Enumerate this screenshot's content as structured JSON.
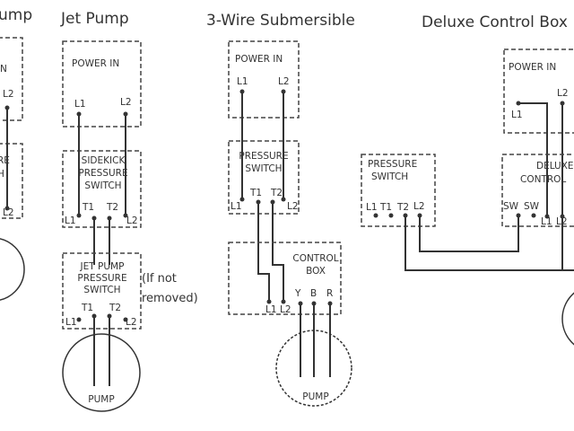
{
  "titles": {
    "left": "ump",
    "jet": "Jet Pump",
    "three": "3-Wire Submersible",
    "deluxe": "Deluxe Control Box"
  },
  "left": {
    "power_partial": "N",
    "l2": "L2",
    "switch_partial1": "RE",
    "switch_partial2": "H",
    "l2b": "L2"
  },
  "jet": {
    "power": "POWER IN",
    "l1": "L1",
    "l2": "L2",
    "sidekick": [
      "SIDEKICK",
      "PRESSURE",
      "SWITCH"
    ],
    "sk_l1": "L1",
    "sk_t1": "T1",
    "sk_t2": "T2",
    "sk_l2": "L2",
    "jps": [
      "JET PUMP",
      "PRESSURE",
      "SWITCH"
    ],
    "jp_l1": "L1",
    "jp_t1": "T1",
    "jp_t2": "T2",
    "jp_l2": "L2",
    "note1": "(If not",
    "note2": "removed)",
    "pump": "PUMP"
  },
  "three": {
    "power": "POWER IN",
    "l1": "L1",
    "l2": "L2",
    "ps1": "PRESSURE",
    "ps2": "SWITCH",
    "ps_l1": "L1",
    "ps_t1": "T1",
    "ps_t2": "T2",
    "ps_l2": "L2",
    "cb1": "CONTROL",
    "cb2": "BOX",
    "cb_l1": "L1",
    "cb_l2": "L2",
    "y": "Y",
    "b": "B",
    "r": "R",
    "pump": "PUMP"
  },
  "deluxe": {
    "power": "POWER IN",
    "l1": "L1",
    "l2": "L2",
    "dc1": "DELUXE",
    "dc2": "CONTROL",
    "sw1": "SW",
    "sw2": "SW",
    "dc_l1": "L1",
    "dc_l2": "L2",
    "ps1": "PRESSURE",
    "ps2": "SWITCH",
    "ps_l1": "L1",
    "ps_t1": "T1",
    "ps_t2": "T2",
    "ps_l2": "L2"
  }
}
